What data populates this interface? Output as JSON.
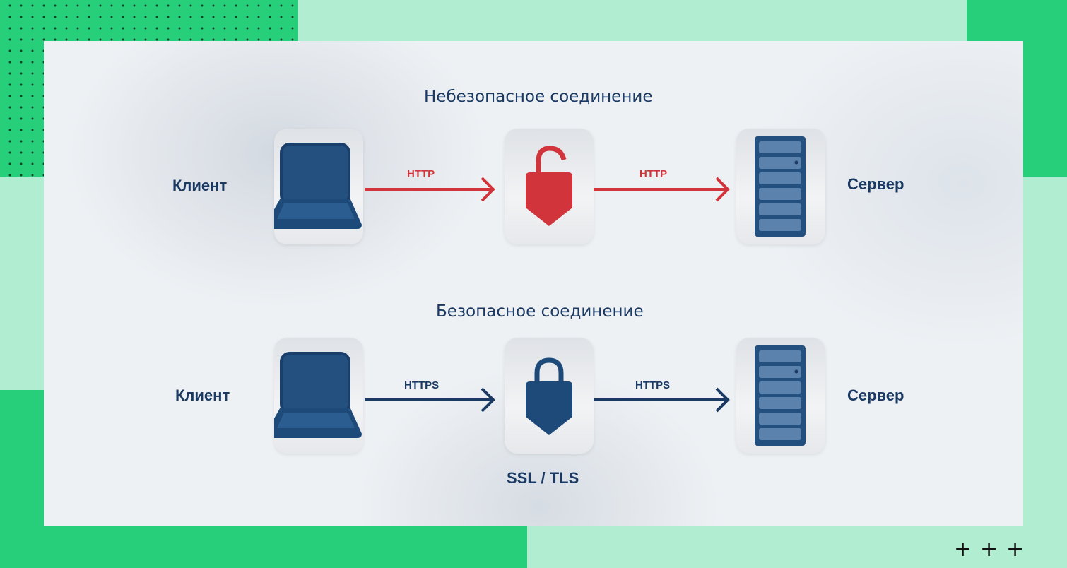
{
  "insecure": {
    "title": "Небезопасное соединение",
    "client": "Клиент",
    "server": "Сервер",
    "protocol_left": "HTTP",
    "protocol_right": "HTTP",
    "color": "#d2343c"
  },
  "secure": {
    "title": "Безопасное соединение",
    "client": "Клиент",
    "server": "Сервер",
    "protocol_left": "HTTPS",
    "protocol_right": "HTTPS",
    "middle_label": "SSL / TLS",
    "color": "#1b3a63"
  },
  "decor": {
    "plus_signs": [
      "+",
      "+",
      "+"
    ]
  }
}
